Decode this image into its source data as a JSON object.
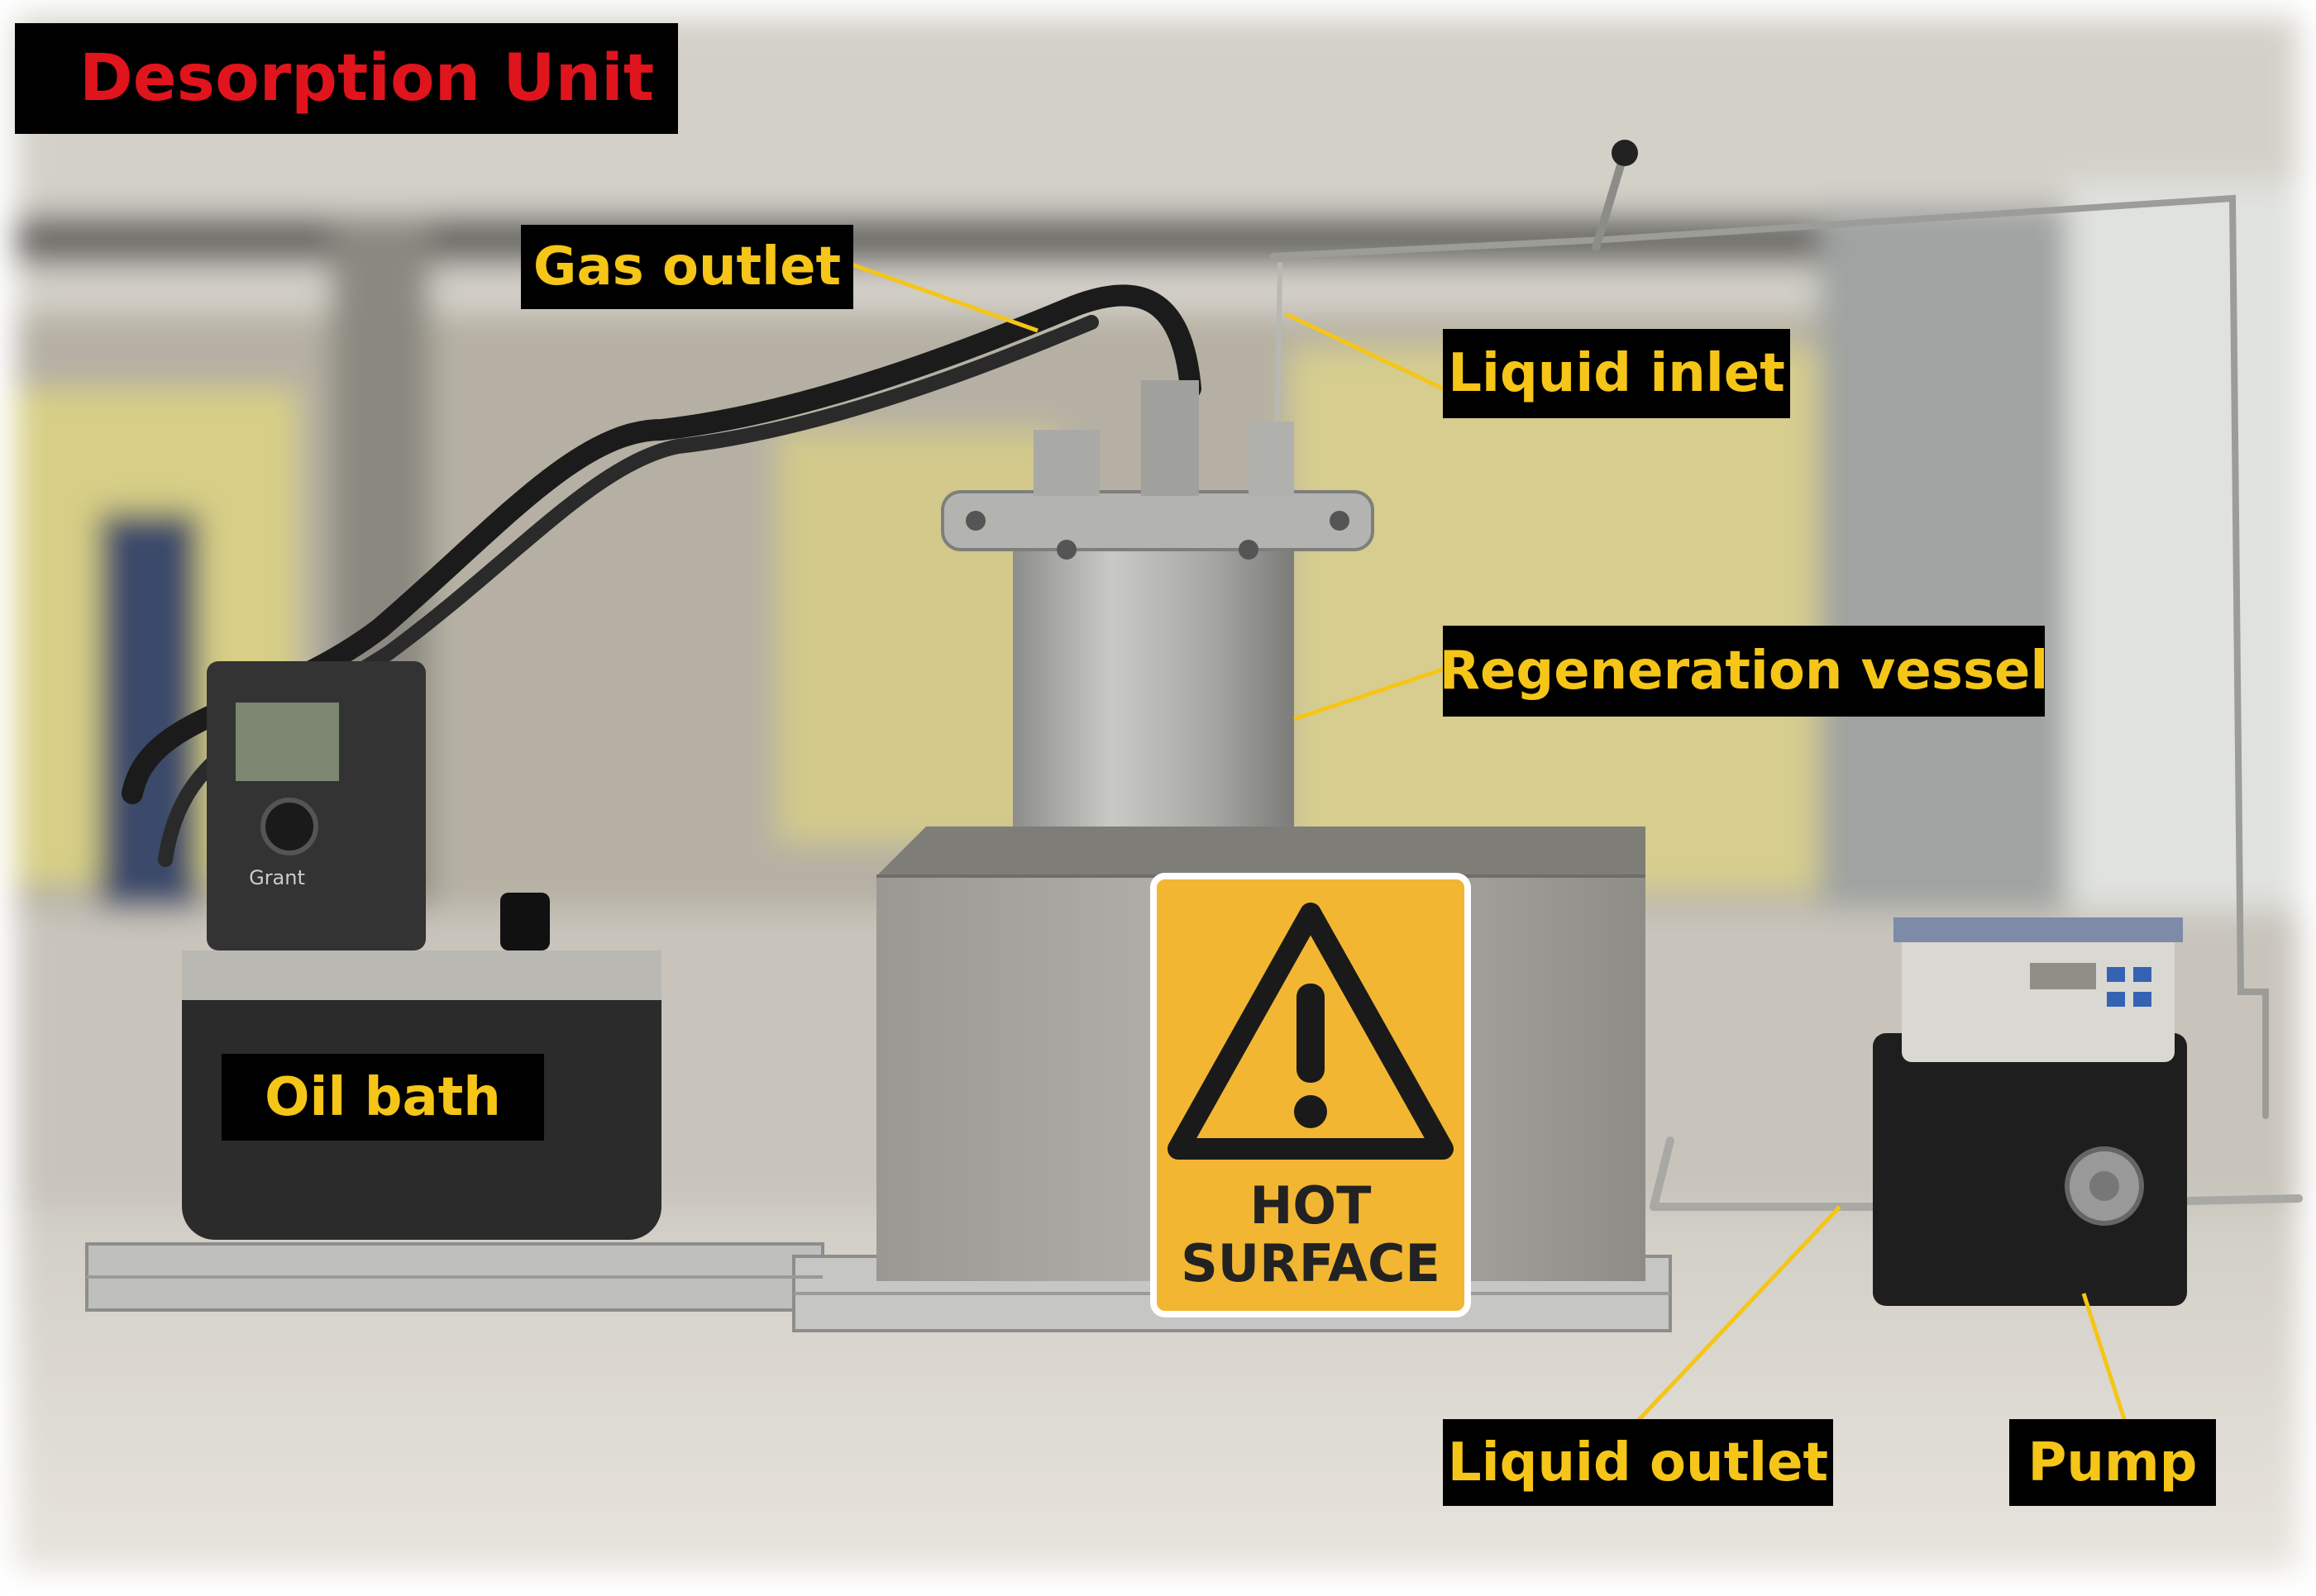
{
  "title": "Desorption Unit",
  "labels": {
    "gas_outlet": "Gas outlet",
    "liquid_inlet": "Liquid inlet",
    "regeneration_vessel": "Regeneration vessel",
    "oil_bath": "Oil bath",
    "liquid_outlet": "Liquid outlet",
    "pump": "Pump"
  },
  "sign": {
    "line1": "HOT",
    "line2": "SURFACE"
  },
  "device_brand": "Grant",
  "colors": {
    "label_text": "#f5c518",
    "label_bg": "#000000",
    "title_text": "#e0141c",
    "sign_yellow": "#f2b632"
  }
}
